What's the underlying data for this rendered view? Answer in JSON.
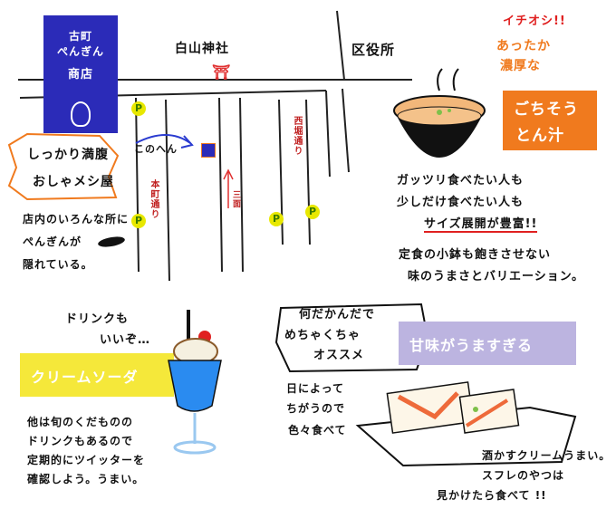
{
  "shop_sign": {
    "line1": "古町",
    "line2": "ぺんぎん",
    "line3": "商店"
  },
  "map": {
    "shrine_label": "白山神社",
    "office_label": "区役所",
    "here_label": "このへん",
    "street_left": "本町通り",
    "street_right": "西堀通り",
    "street_middle": "三面",
    "parking": "P"
  },
  "catchphrase": {
    "line1": "しっかり満腹",
    "line2": "おしゃメシ屋"
  },
  "penguin_note": {
    "line1": "店内のいろんな所に",
    "line2": "ぺんぎんが",
    "line3": "隠れている。"
  },
  "tonjiru": {
    "ichioshi": "イチオシ!!",
    "subtitle_line1": "あったか",
    "subtitle_line2": "濃厚な",
    "title_line1": "ごちそう",
    "title_line2": "とん汁",
    "colors": {
      "orange": "#f07a1e",
      "red": "#e02020"
    }
  },
  "meal_note": {
    "line1": "ガッツリ食べたい人も",
    "line2": "少しだけ食べたい人も",
    "line3": "サイズ展開が豊富!!",
    "line4": "定食の小鉢も飽きさせない",
    "line5": "味のうまさとバリエーション。"
  },
  "soda": {
    "drink_line1": "ドリンクも",
    "drink_line2": "いいぞ…",
    "title": "クリームソーダ",
    "note_line1": "他は旬のくだものの",
    "note_line2": "ドリンクもあるので",
    "note_line3": "定期的にツイッターを",
    "note_line4": "確認しよう。うまい。",
    "colors": {
      "yellow": "#f5e83a",
      "blue": "#2a8bf0"
    }
  },
  "sweets": {
    "bubble_line1": "何だかんだで",
    "bubble_line2": "めちゃくちゃ",
    "bubble_line3": "オススメ",
    "title": "甘味がうますぎる",
    "daily_line1": "日によって",
    "daily_line2": "ちがうので",
    "daily_line3": "色々食べて",
    "cream_line1": "酒かすクリームうまい。",
    "cream_line2": "スフレのやつは",
    "cream_line3": "見かけたら食べて !!",
    "colors": {
      "lavender": "#bcb4e0",
      "sauce": "#ee6a3a"
    }
  }
}
